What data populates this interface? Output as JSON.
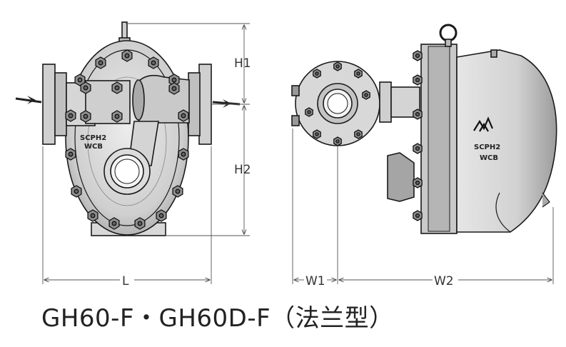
{
  "caption": "GH60-F・GH60D-F（法兰型）",
  "front_view": {
    "casting_marks": [
      "SCPH2",
      "WCB"
    ],
    "dimensions": {
      "height_upper": "H1",
      "height_lower": "H2",
      "length": "L"
    }
  },
  "side_view": {
    "casting_marks": [
      "SCPH2",
      "WCB"
    ],
    "dimensions": {
      "width_1": "W1",
      "width_2": "W2"
    }
  },
  "colors": {
    "body_fill": "#d7d7d7",
    "dark_fill": "#9a9a9a",
    "line": "#1a1a1a",
    "dimension_line": "#555555"
  }
}
